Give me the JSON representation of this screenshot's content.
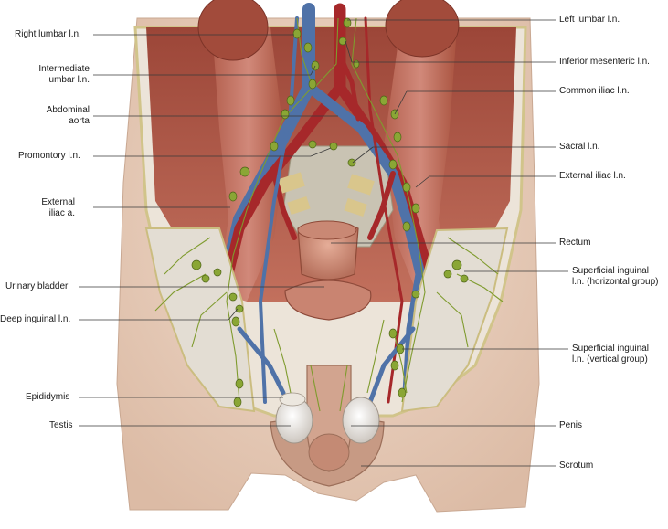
{
  "labels": {
    "right_lumbar": "Right lumbar l.n.",
    "intermediate_lumbar_1": "Intermediate",
    "intermediate_lumbar_2": "lumbar l.n.",
    "abdominal_aorta_1": "Abdominal",
    "abdominal_aorta_2": "aorta",
    "promontory": "Promontory l.n.",
    "external_iliac_a_1": "External",
    "external_iliac_a_2": "iliac a.",
    "urinary_bladder": "Urinary bladder",
    "deep_inguinal": "Deep inguinal l.n.",
    "epididymis": "Epididymis",
    "testis": "Testis",
    "left_lumbar": "Left lumbar l.n.",
    "inferior_mesenteric": "Inferior mesenteric l.n.",
    "common_iliac": "Common iliac l.n.",
    "sacral": "Sacral l.n.",
    "external_iliac_ln": "External iliac l.n.",
    "rectum": "Rectum",
    "superficial_horizontal_1": "Superficial inguinal",
    "superficial_horizontal_2": "l.n. (horizontal group)",
    "superficial_vertical_1": "Superficial inguinal",
    "superficial_vertical_2": "l.n. (vertical group)",
    "penis": "Penis",
    "scrotum": "Scrotum"
  },
  "colors": {
    "skin": "#ead3c2",
    "muscle": "#b55a4c",
    "artery": "#a6282a",
    "vein": "#4f72a8",
    "lymph_node": "#8aa635",
    "fascia": "#e6e2dc"
  }
}
